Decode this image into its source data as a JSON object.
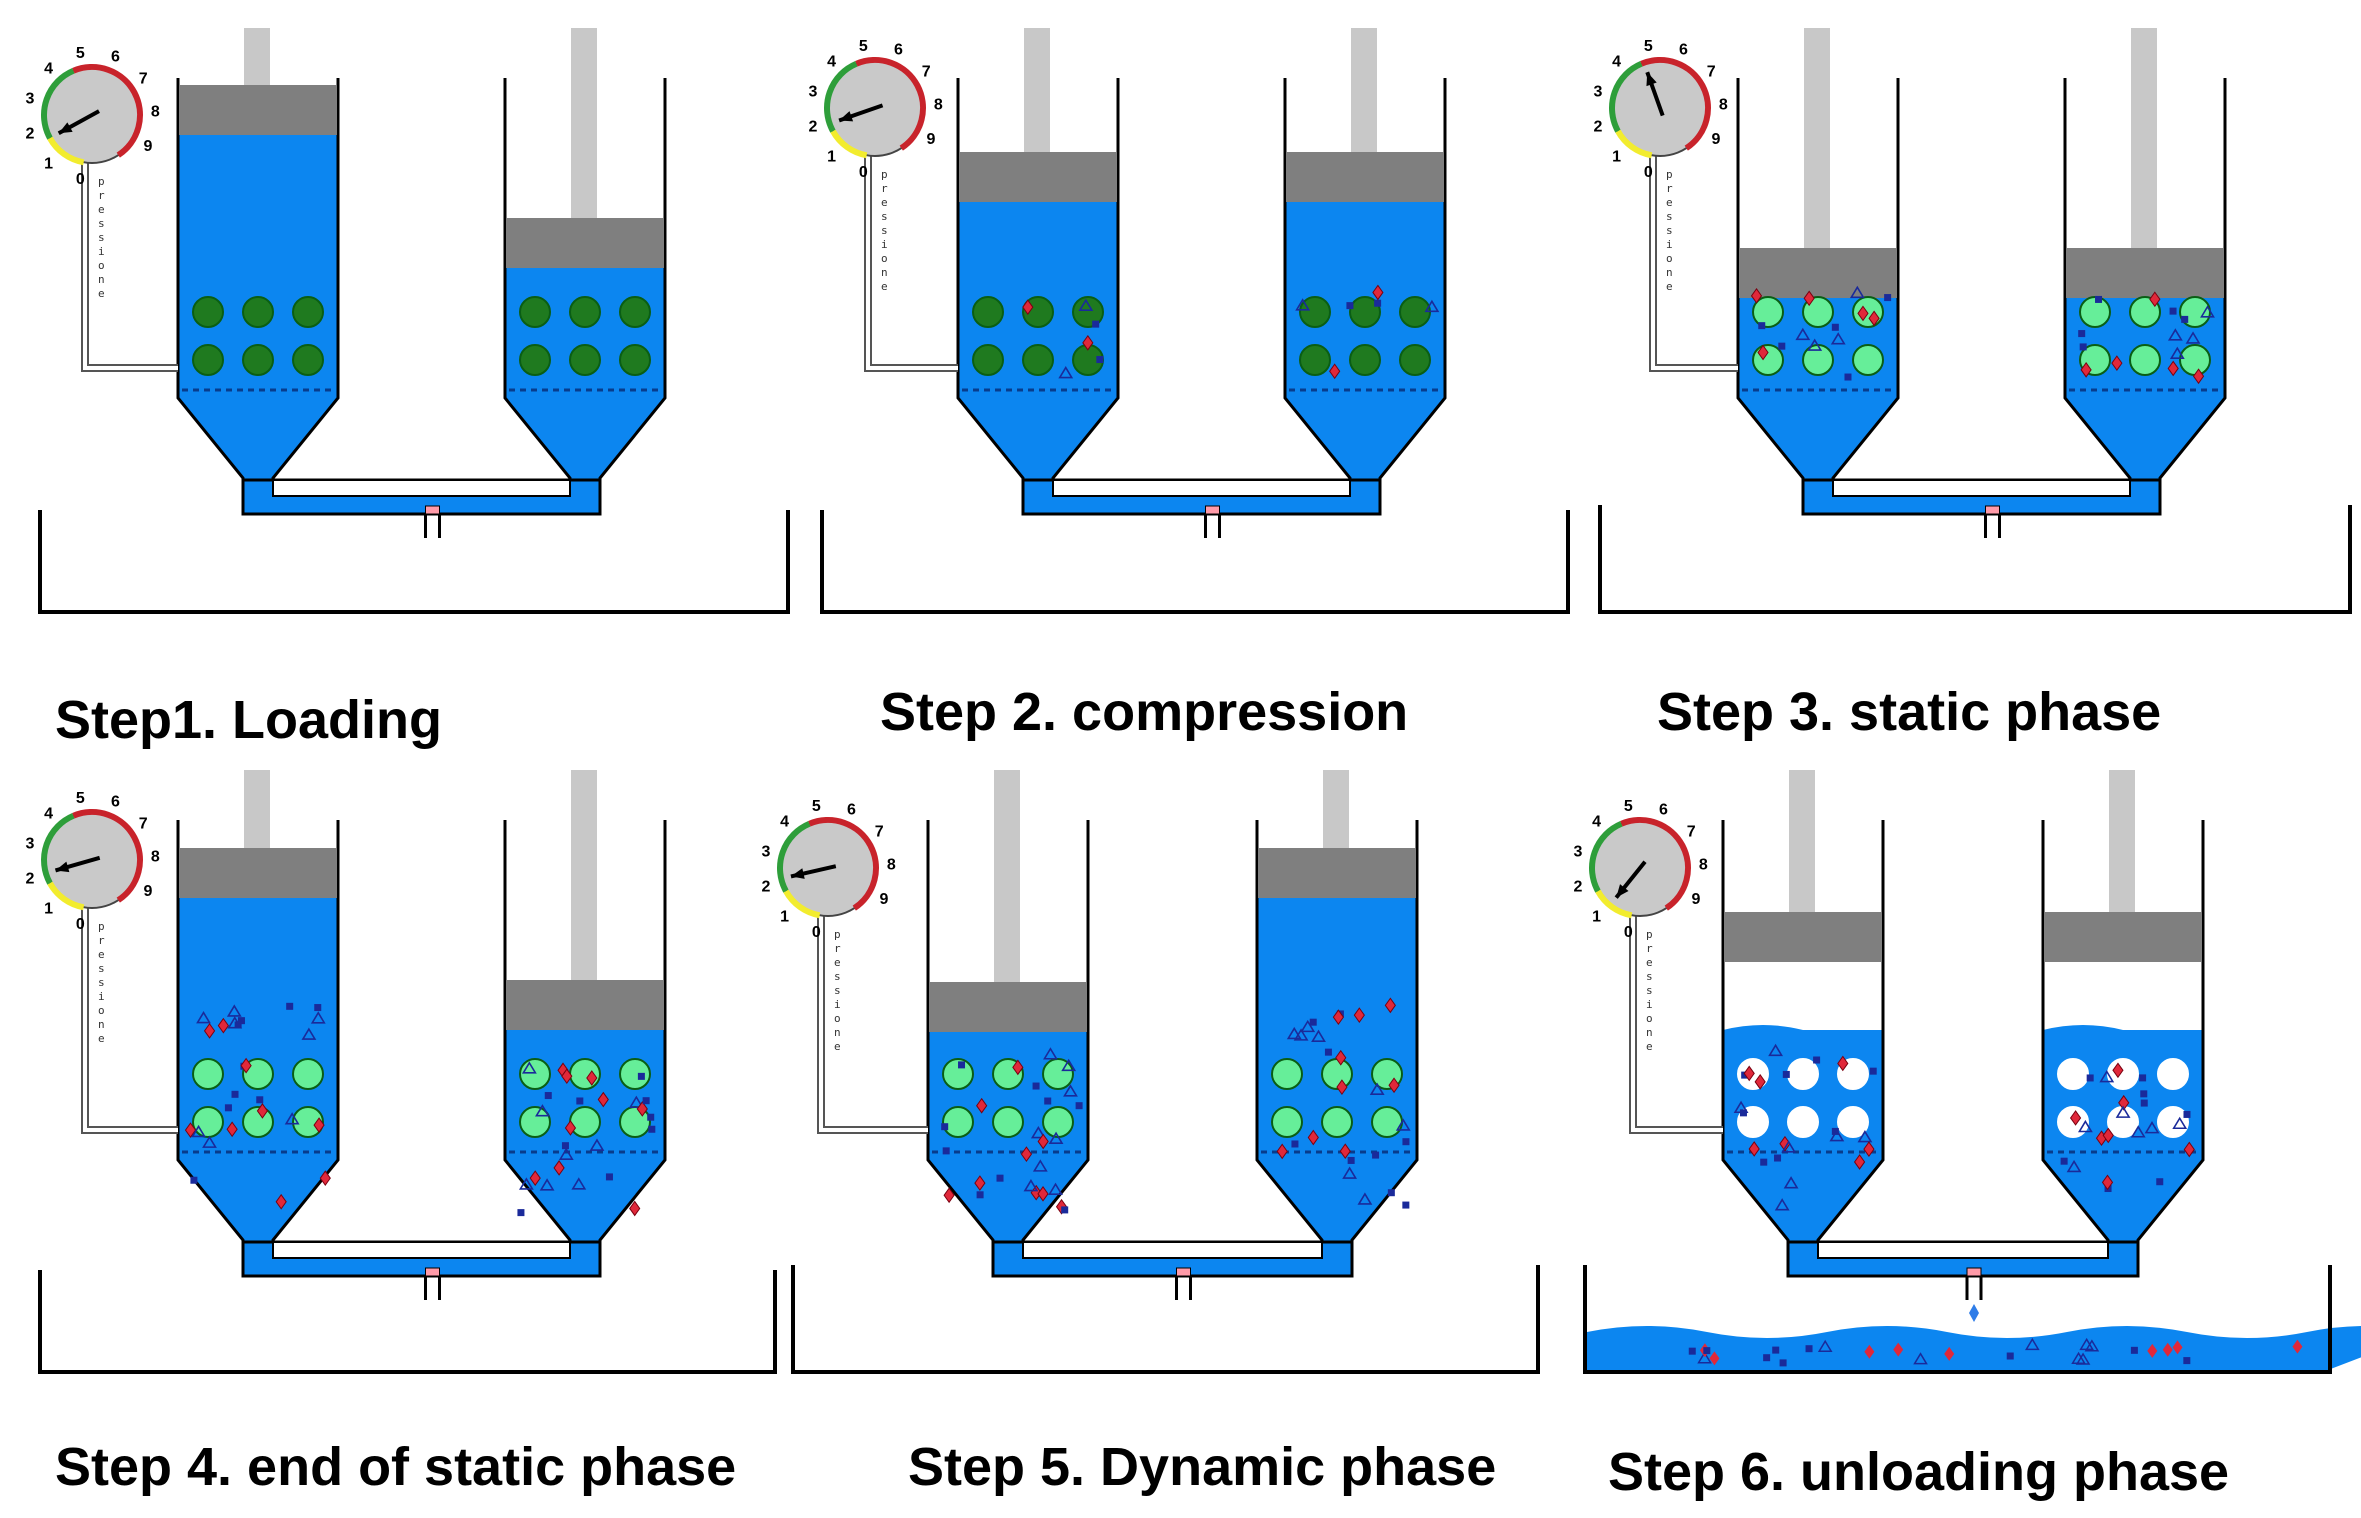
{
  "gauge": {
    "numbers": [
      "0",
      "1",
      "2",
      "3",
      "4",
      "5",
      "6",
      "7",
      "8",
      "9"
    ],
    "word": "pressione",
    "colors": {
      "yellow": "#f2ec2e",
      "green": "#2e9e3a",
      "red": "#c8232b",
      "face": "#c9c9c9"
    }
  },
  "colors": {
    "water": "#0c86f0",
    "piston": "#7f7f7f",
    "rod": "#c8c8c8",
    "bead_dark": "#1f7a1f",
    "bead_light": "#66ee99",
    "bead_white": "#ffffff",
    "particle_blue": "#1a2a9a",
    "particle_red": "#e0283a"
  },
  "panels": [
    {
      "id": "step1",
      "caption": "Step1. Loading",
      "pressure": 1.6,
      "bead": "dark"
    },
    {
      "id": "step2",
      "caption": "Step 2. compression",
      "pressure": 1.9,
      "bead": "dark"
    },
    {
      "id": "step3",
      "caption": "Step 3. static phase",
      "pressure": 4.7,
      "bead": "light"
    },
    {
      "id": "step4",
      "caption": "Step 4. end of static phase",
      "pressure": 2.0,
      "bead": "light"
    },
    {
      "id": "step5",
      "caption": "Step 5. Dynamic phase",
      "pressure": 2.1,
      "bead": "light"
    },
    {
      "id": "step6",
      "caption": "Step 6. unloading phase",
      "pressure": 0.9,
      "bead": "white"
    }
  ]
}
